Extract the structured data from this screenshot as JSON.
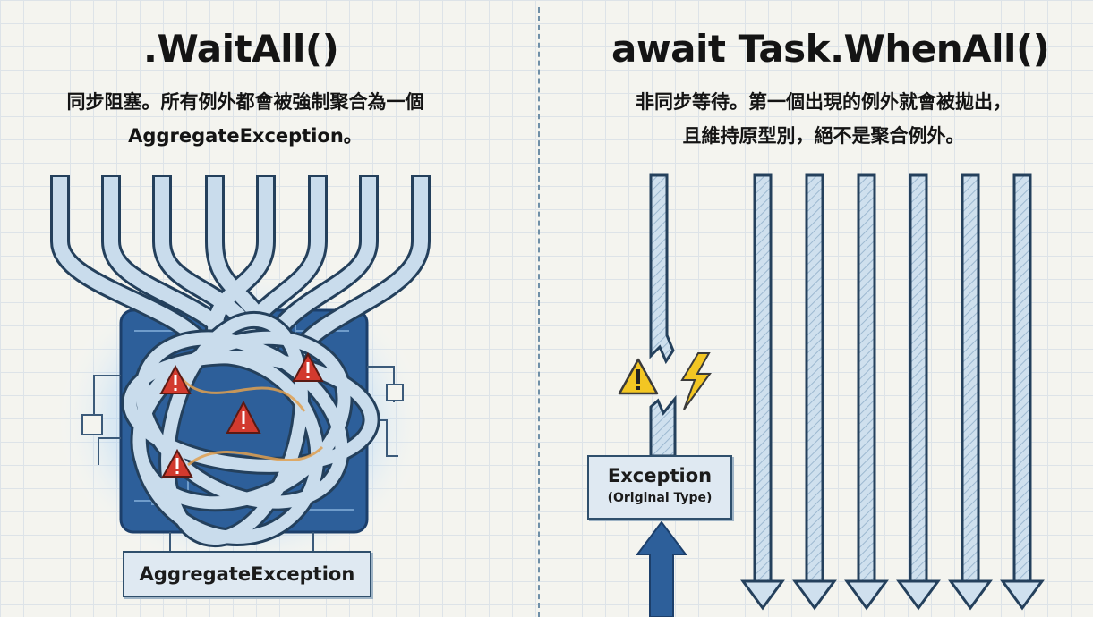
{
  "left": {
    "title": ".WaitAll()",
    "description_line1": "同步阻塞。所有例外都會被強制聚合為一個",
    "description_line2": "AggregateException。",
    "box_label": "AggregateException"
  },
  "right": {
    "title": "await Task.WhenAll()",
    "description_line1": "非同步等待。第一個出現的例外就會被拋出，",
    "description_line2": "且維持原型別，絕不是聚合例外。",
    "exception_label": "Exception",
    "exception_sublabel": "(Original Type)"
  },
  "colors": {
    "tube_fill": "#c9dcec",
    "tube_stroke": "#24405c",
    "warning_red": "#d23a2e",
    "warning_yellow": "#f3c623",
    "chip_blue": "#2d5f9a"
  },
  "icons": [
    "warning-triangle-icon",
    "lightning-bolt-icon",
    "arrow-up-icon",
    "arrow-down-icon"
  ]
}
